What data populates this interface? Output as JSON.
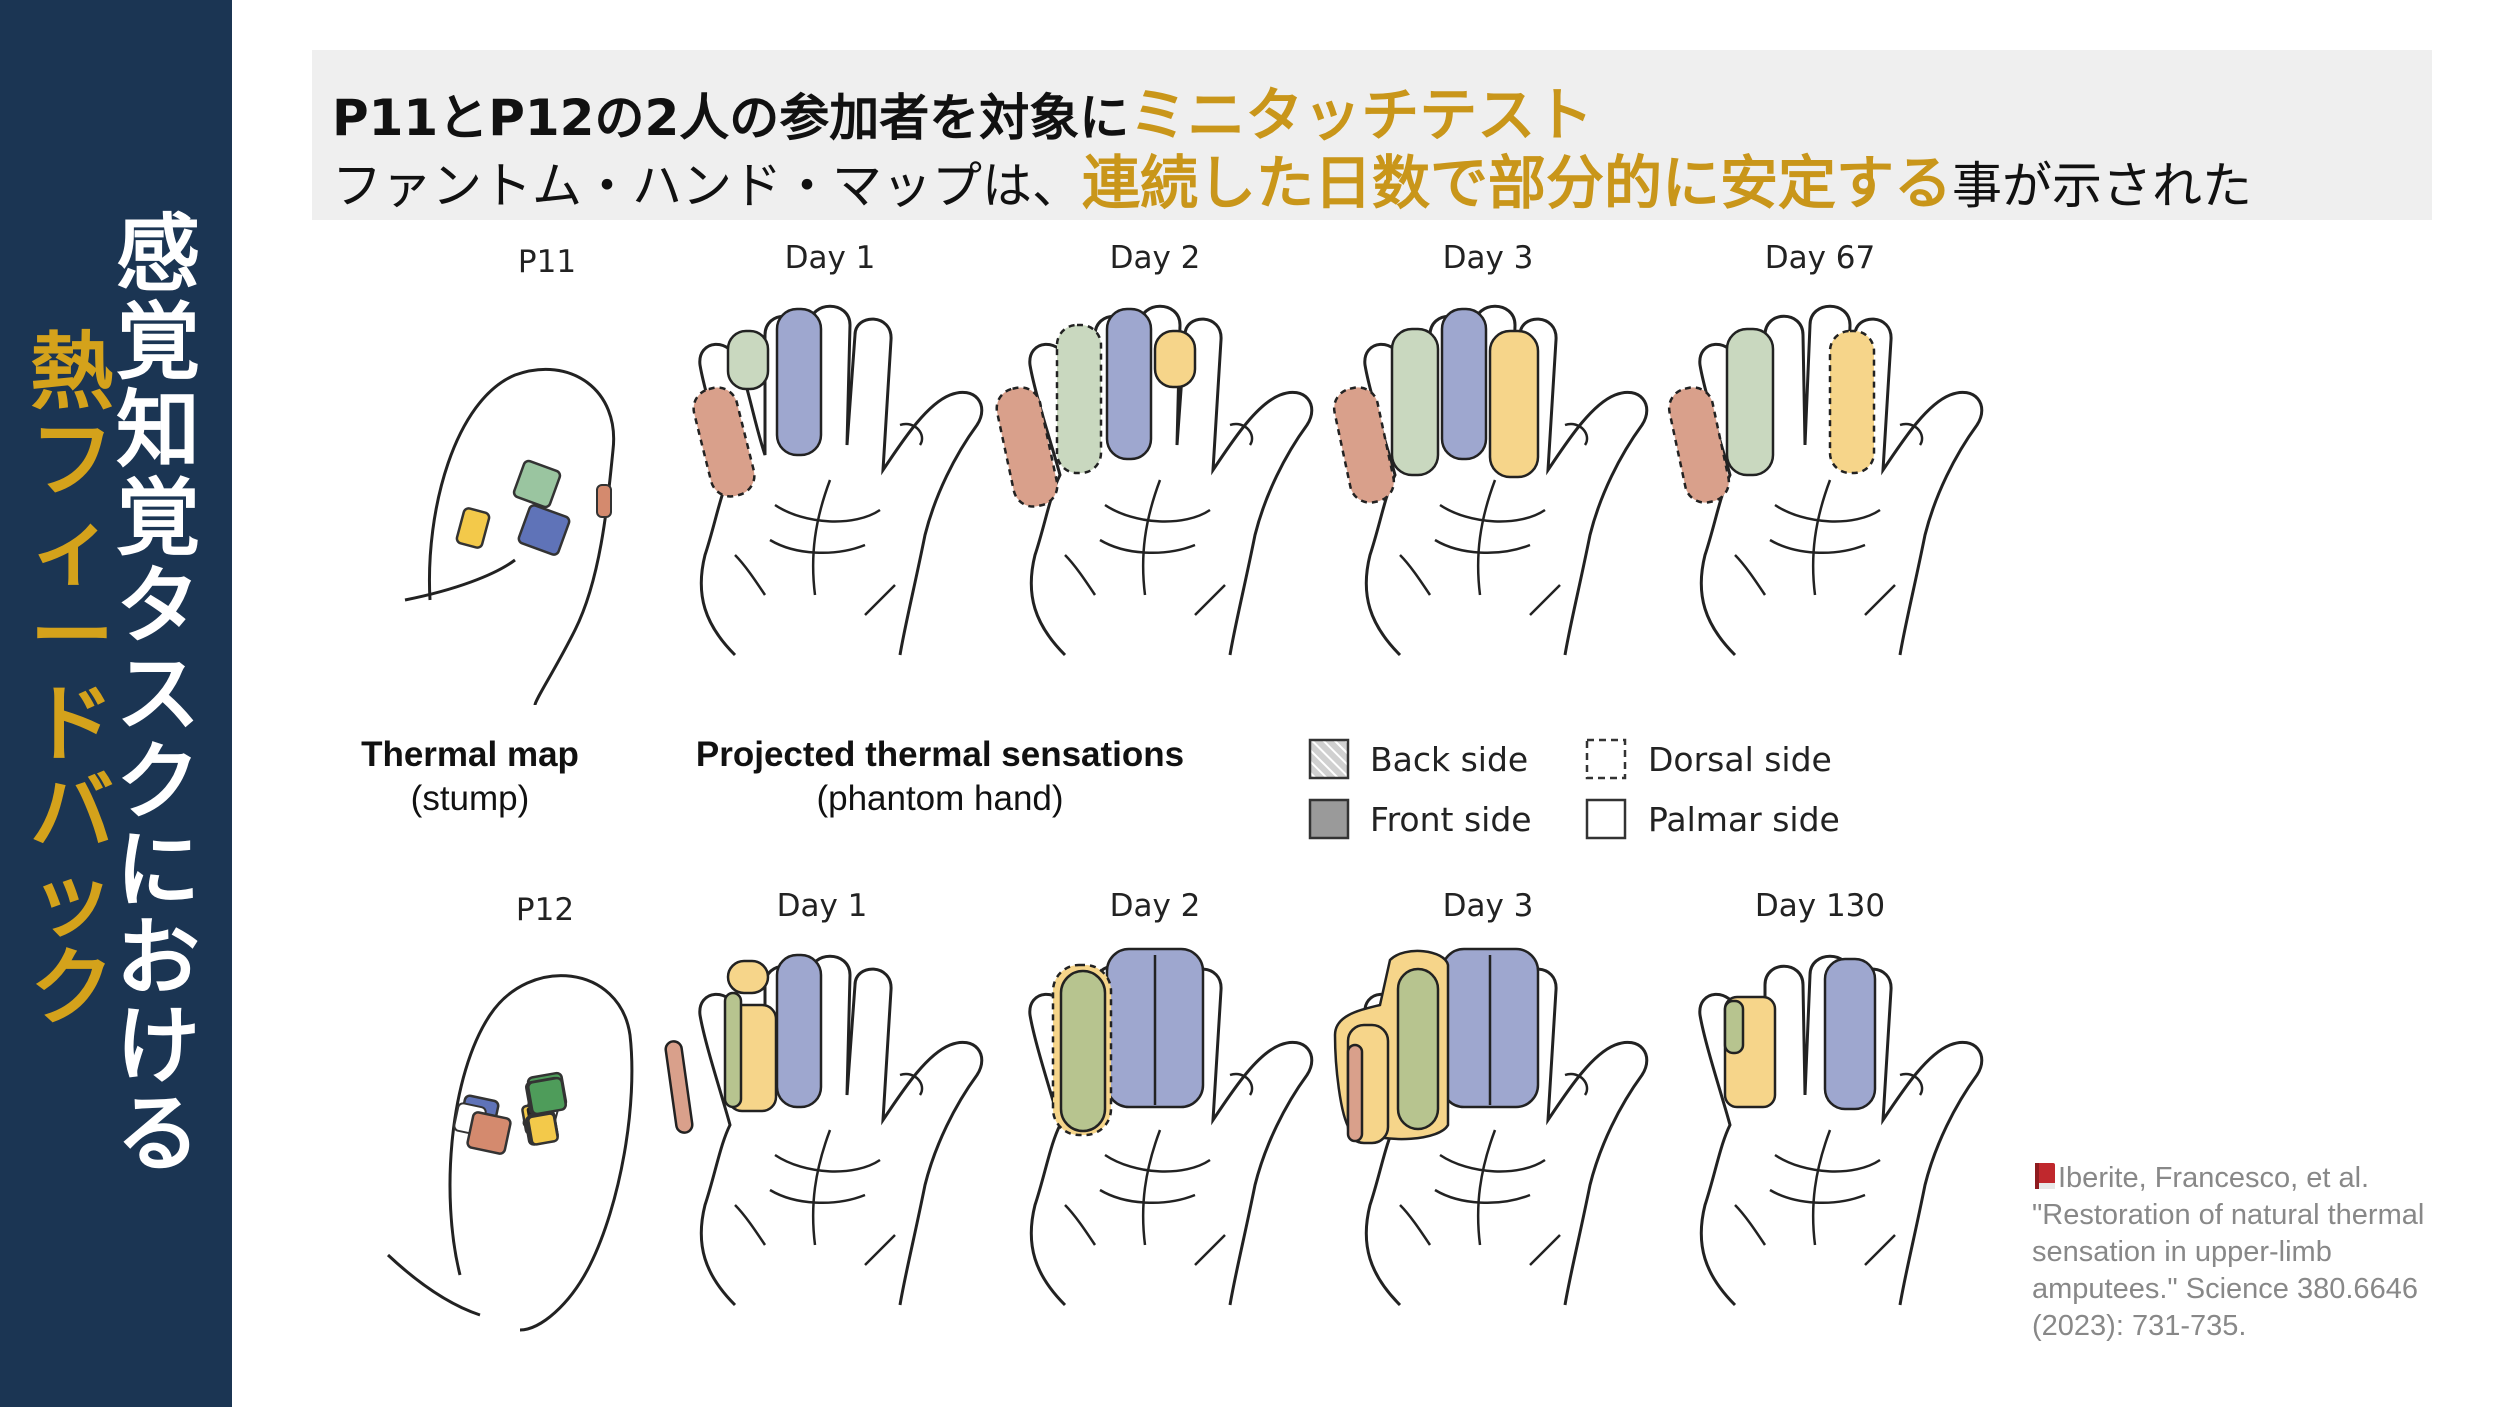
{
  "sidebar": {
    "title_white_chars": [
      "感",
      "覚",
      "知",
      "覚",
      "タ",
      "ス",
      "ク",
      "に",
      "お",
      "け",
      "る"
    ],
    "title_gold_chars": [
      "熱",
      "フ",
      "ィ",
      "ー",
      "ド",
      "バ",
      "ッ",
      "ク"
    ]
  },
  "header": {
    "line1_a": "P11とP12の2人の参加者を対象に",
    "line1_b": "ミニタッチテスト",
    "line2_a": "ファントム・ハンド・マップは、",
    "line2_b": "連続した日数で部分的に安定する",
    "line2_c": "事が示された"
  },
  "figure": {
    "row1": {
      "participant": "P11",
      "days": [
        "Day 1",
        "Day 2",
        "Day 3",
        "Day 67"
      ]
    },
    "row2": {
      "participant": "P12",
      "days": [
        "Day 1",
        "Day 2",
        "Day 3",
        "Day 130"
      ]
    },
    "caption_left_title": "Thermal map",
    "caption_left_sub": "(stump)",
    "caption_mid_title": "Projected thermal sensations",
    "caption_mid_sub": "(phantom hand)",
    "legend": {
      "back": "Back side",
      "front": "Front side",
      "dorsal": "Dorsal side",
      "palmar": "Palmar side"
    }
  },
  "colors": {
    "sidebar": "#1b3553",
    "gold": "#c9961a",
    "red": "#d9a08b",
    "green": "#c9d8bf",
    "blue": "#9ea7cf",
    "yellow": "#f6d58a",
    "olive": "#b7c48f"
  },
  "citation": {
    "icon": "book-icon",
    "text": "Iberite, Francesco, et al. \"Restoration of natural thermal sensation in upper-limb amputees.\" Science 380.6646 (2023): 731-735."
  }
}
